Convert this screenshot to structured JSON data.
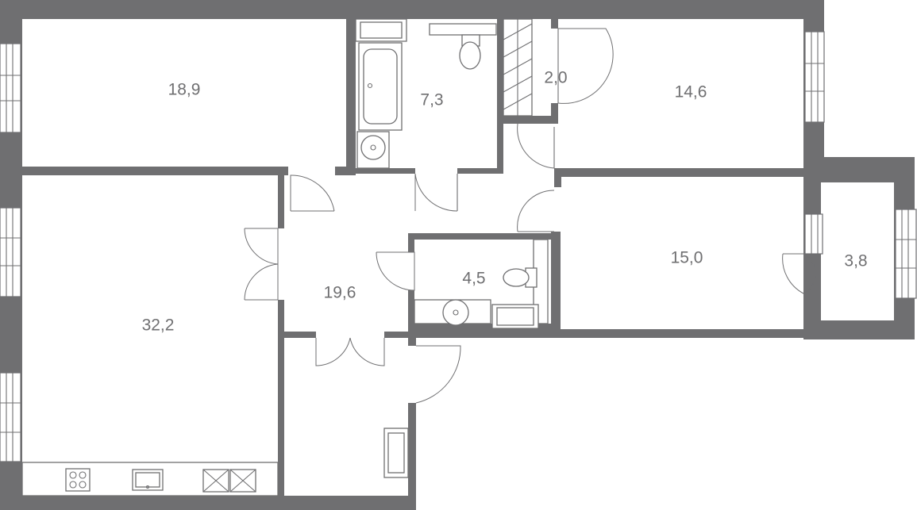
{
  "plan": {
    "rooms": [
      {
        "id": "room-1",
        "area": "18,9"
      },
      {
        "id": "room-2",
        "area": "7,3"
      },
      {
        "id": "room-3",
        "area": "2,0"
      },
      {
        "id": "room-4",
        "area": "14,6"
      },
      {
        "id": "room-5",
        "area": "15,0"
      },
      {
        "id": "room-6",
        "area": "3,8"
      },
      {
        "id": "room-7",
        "area": "4,5"
      },
      {
        "id": "room-8",
        "area": "19,6"
      },
      {
        "id": "room-9",
        "area": "32,2"
      }
    ],
    "colors": {
      "wall": "#6f6f71",
      "background": "#ffffff"
    }
  }
}
